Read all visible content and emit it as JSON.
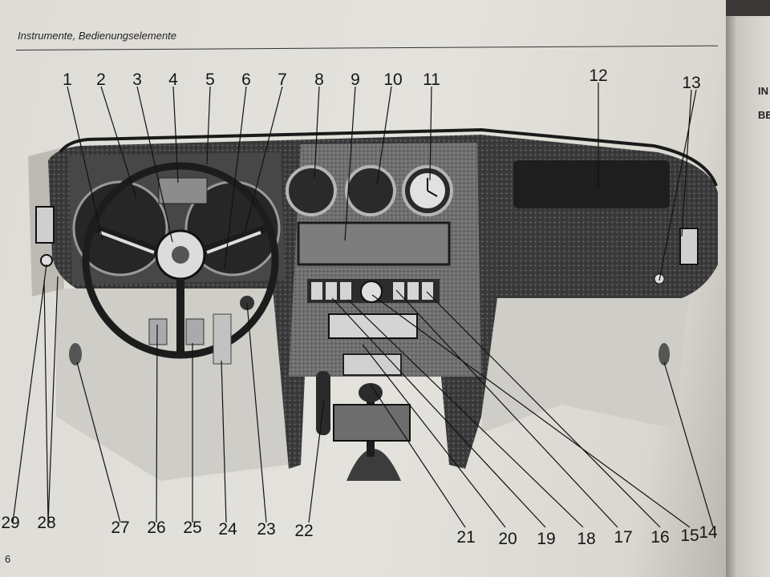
{
  "header": {
    "title": "Instrumente, Bedienungselemente"
  },
  "page": {
    "number": "6"
  },
  "next_page": {
    "line1": "IN",
    "line2": "BE"
  },
  "callouts": {
    "c1": "1",
    "c2": "2",
    "c3": "3",
    "c4": "4",
    "c5": "5",
    "c6": "6",
    "c7": "7",
    "c8": "8",
    "c9": "9",
    "c10": "10",
    "c11": "11",
    "c12": "12",
    "c13": "13",
    "c14": "14",
    "c15": "15",
    "c16": "16",
    "c17": "17",
    "c18": "18",
    "c19": "19",
    "c20": "20",
    "c21": "21",
    "c22": "22",
    "c23": "23",
    "c24": "24",
    "c25": "25",
    "c26": "26",
    "c27": "27",
    "c28": "28",
    "c29": "29"
  }
}
